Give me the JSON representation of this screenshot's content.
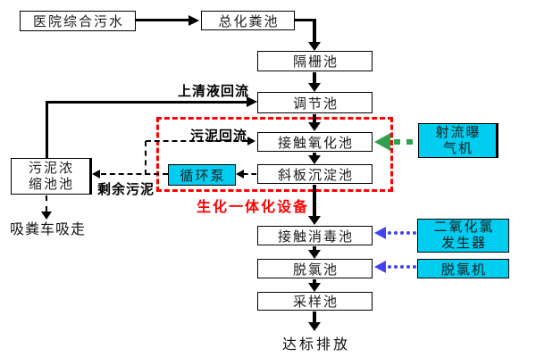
{
  "diagram": {
    "nodes": {
      "hospital_sewage": {
        "label": "医院综合污水"
      },
      "septic_tank": {
        "label": "总化粪池"
      },
      "grid_pool": {
        "label": "隔栅池"
      },
      "regulating_pool": {
        "label": "调节池"
      },
      "contact_oxidation_pool": {
        "label": "接触氧化池"
      },
      "inclined_plate_sedimentation_pool": {
        "label": "斜板沉淀池"
      },
      "circulating_pump": {
        "label": "循环泵"
      },
      "sludge_thickening_pool": {
        "lines": [
          "污泥浓",
          "缩池池"
        ]
      },
      "contact_disinfection_pool": {
        "label": "接触消毒池"
      },
      "dechlorination_pool": {
        "label": "脱氯池"
      },
      "sampling_pool": {
        "label": "采样池"
      },
      "jet_aerator": {
        "lines": [
          "射流曝",
          "气机"
        ]
      },
      "chlorine_dioxide_generator": {
        "lines": [
          "二氧化氯",
          "发生器"
        ]
      },
      "dechlorination_machine": {
        "label": "脱氯机"
      }
    },
    "flow_labels": {
      "supernatant_reflux": "上清液回流",
      "sludge_reflux": "污泥回流",
      "excess_sludge": "剩余污泥",
      "biochemical_integrated_equipment": "生化一体化设备",
      "suction_truck": "吸粪车吸走",
      "discharge": "达标排放"
    },
    "colors": {
      "equipment_fill": "#00CDEF",
      "group_outline": "#FF0000",
      "aeration_arrow": "#2FA04E",
      "dosing_arrow": "#4343EF",
      "line": "#000000",
      "background": "#FFFFFF"
    }
  }
}
